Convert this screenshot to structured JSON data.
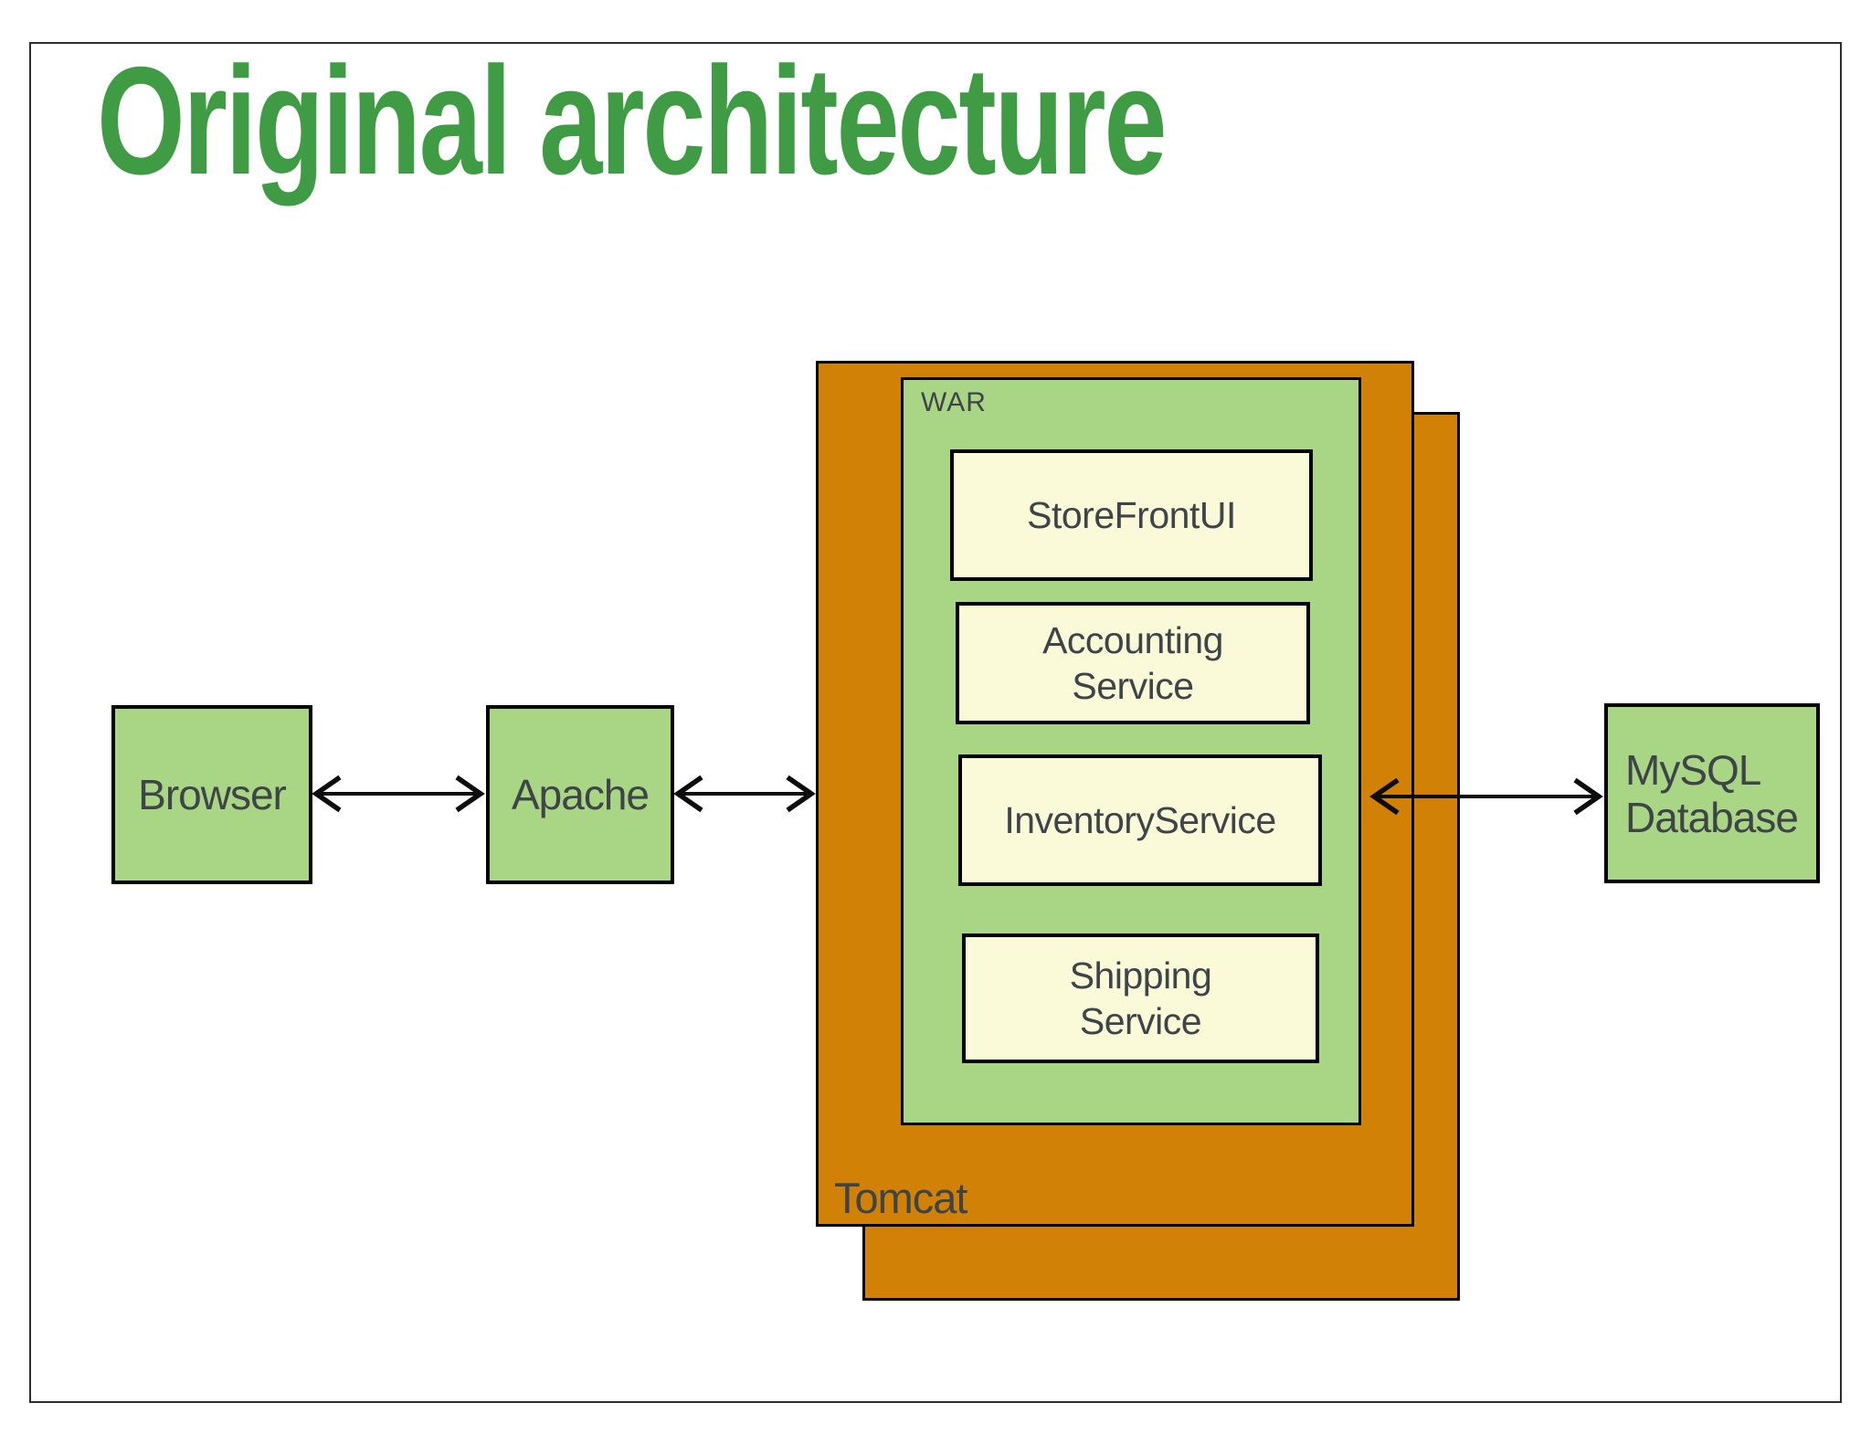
{
  "page": {
    "title": "Original architecture"
  },
  "colors": {
    "title_green": "#3F9C44",
    "node_green": "#A9D685",
    "container_orange": "#D08106",
    "module_yellow": "#FAFAD9",
    "label_gray": "#3F4448",
    "border_black": "#000000",
    "arrow_black": "#0D0D0D"
  },
  "nodes": {
    "browser": {
      "label": "Browser"
    },
    "apache": {
      "label": "Apache"
    },
    "mysql": {
      "label": "MySQL\nDatabase"
    }
  },
  "tomcat": {
    "label": "Tomcat",
    "war": {
      "label": "WAR",
      "modules": [
        "StoreFrontUI",
        "Accounting\nService",
        "InventoryService",
        "Shipping\nService"
      ]
    }
  }
}
